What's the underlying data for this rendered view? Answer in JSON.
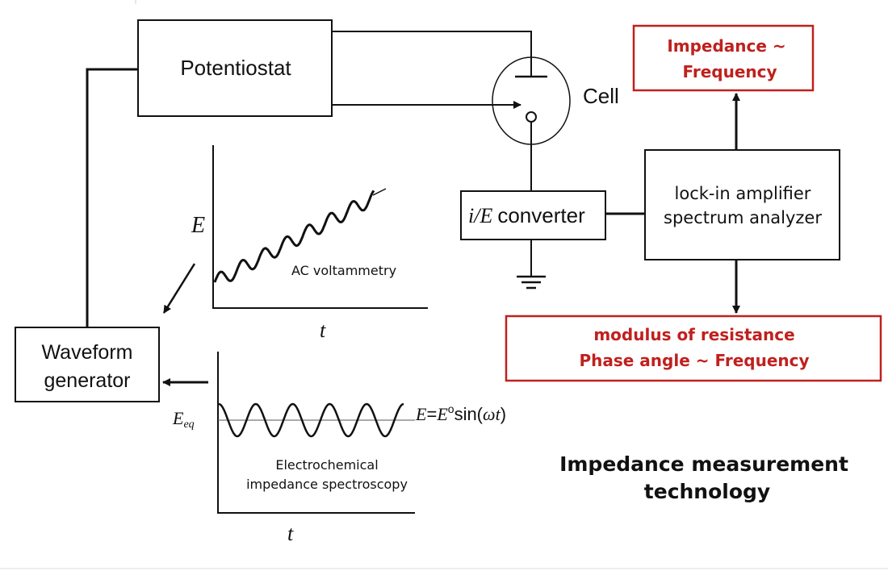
{
  "colors": {
    "ink": "#111111",
    "accent_red": "#c0201e",
    "frame_gray": "#cccccc"
  },
  "blocks": {
    "potentiostat": "Potentiostat",
    "cell": "Cell",
    "converter_symbol": "i/E",
    "converter_word": "converter",
    "waveform_line1": "Waveform",
    "waveform_line2": "generator",
    "lockin_line1": "lock-in amplifier",
    "lockin_line2": "spectrum analyzer"
  },
  "outputs": {
    "impedance_line1": "Impedance ~",
    "impedance_line2": "Frequency",
    "modulus_line1": "modulus of resistance",
    "modulus_line2": "Phase angle ~ Frequency"
  },
  "plots": {
    "ac": {
      "y_axis_label": "E",
      "x_axis_label": "t",
      "caption": "AC voltammetry"
    },
    "eis": {
      "baseline_label": "E",
      "baseline_subscript": "eq",
      "equation_E": "E",
      "equation_eq": "=",
      "equation_E0": "E",
      "equation_sup": "o",
      "equation_tail": "sin(",
      "equation_omega": "ω",
      "equation_t": "t",
      "equation_close": ")",
      "caption_line1": "Electrochemical",
      "caption_line2": "impedance spectroscopy",
      "x_axis_label": "t"
    }
  },
  "title": {
    "line1": "Impedance measurement",
    "line2": "technology"
  },
  "icons": {
    "ground": "ground-icon",
    "cell": "cell-icon"
  }
}
